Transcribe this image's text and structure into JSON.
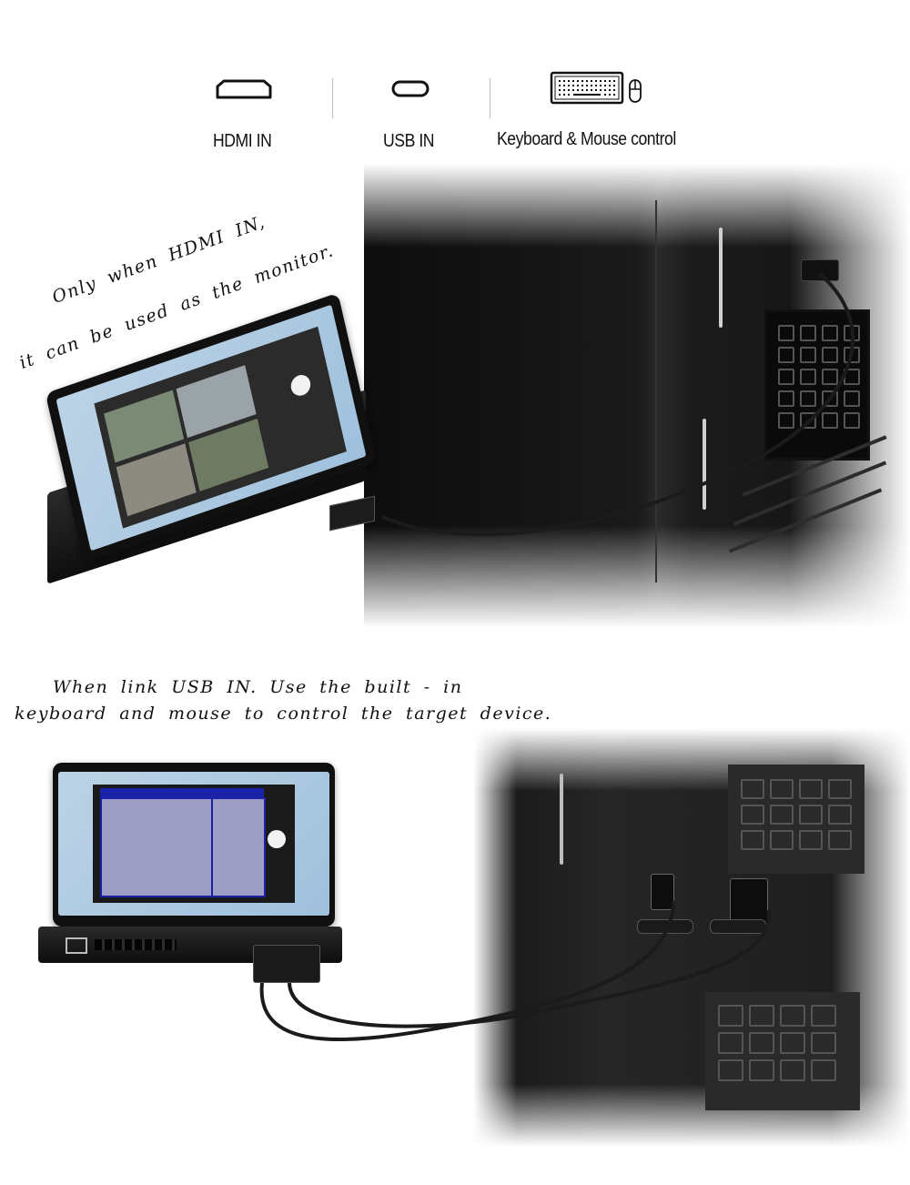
{
  "features": [
    {
      "icon": "hdmi-port-icon",
      "label": "HDMI IN"
    },
    {
      "icon": "usb-c-port-icon",
      "label": "USB IN"
    },
    {
      "icon": "keyboard-mouse-icon",
      "label": "Keyboard & Mouse control"
    }
  ],
  "section_hdmi": {
    "caption_line1": "Only when HDMI IN,",
    "caption_line2": "it can be used as the monitor."
  },
  "section_usb": {
    "caption_line1": "When link USB IN. Use the built - in",
    "caption_line2": "keyboard and mouse to control the target device."
  },
  "colors": {
    "text": "#111111",
    "divider": "#bdbdbd",
    "device_body": "#111111",
    "desktop_bg": "#a9c6df",
    "bios_blue": "#1a22a8",
    "bios_panel": "#9e9ec4"
  }
}
